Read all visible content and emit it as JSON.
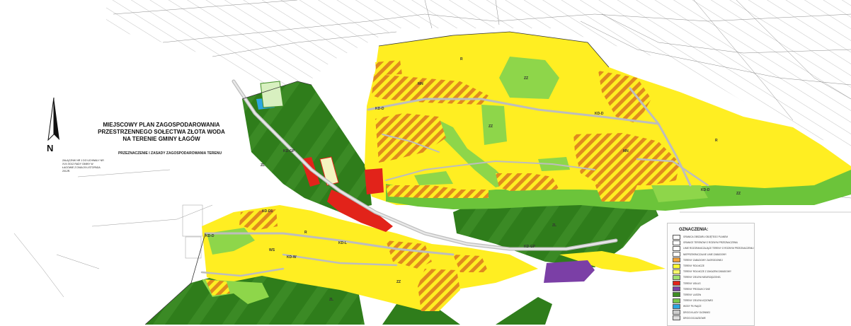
{
  "title": {
    "line1": "MIEJSCOWY PLAN ZAGOSPODAROWANIA",
    "line2": "PRZESTRZENNEGO SOŁECTWA ZŁOTA WODA",
    "line3": "NA TERENIE GMINY ŁAGÓW"
  },
  "subtitle": "PRZEZNACZENIE I ZASADY ZAGOSPODAROWANIA TERENU",
  "resolution_text": "ZAŁĄCZNIK NR 1 DO UCHWAŁY NR XVI/ /2012 RADY GMINY W ŁAGOWIE Z DNIA 29 LISTOPADA 2012R.",
  "north_label": "N",
  "zone_labels": {
    "zl": "ZL",
    "zz": "ZZ",
    "r": "R",
    "mn": "MN",
    "ws": "WS",
    "kdgp": "KD-GP",
    "kdd": "KD-D",
    "kdl": "KD-L",
    "kdd1": "KD-D1",
    "kdw": "KD-W"
  },
  "legend": {
    "title": "OZNACZENIA:",
    "items": [
      {
        "label": "GRANICA OBSZARU OBJĘTEGO PLANEM",
        "color": "#ffffff"
      },
      {
        "label": "GRANICE TERENÓW O RÓŻNYM PRZEZNACZENIU",
        "color": "#ffffff"
      },
      {
        "label": "LINIE ROZGRANICZAJĄCE TERENY O RÓŻNYM PRZEZNACZENIU",
        "color": "#ffffff"
      },
      {
        "label": "NIEPRZEKRACZALNE LINIE ZABUDOWY",
        "color": "#ffffff"
      },
      {
        "label": "TERENY ZABUDOWY ZAGRODOWEJ",
        "color": "#f2a33a"
      },
      {
        "label": "TERENY ROLNICZE",
        "color": "#ffff33"
      },
      {
        "label": "TERENY ROLNICZE Z ZAKAZEM ZABUDOWY",
        "color": "#f6f66a"
      },
      {
        "label": "TERENY ZIELENI NIEURZĄDZONEJ",
        "color": "#9fe070"
      },
      {
        "label": "TERENY USŁUG",
        "color": "#e2231a"
      },
      {
        "label": "TERENY PRODUKCYJNE",
        "color": "#7b3fa6"
      },
      {
        "label": "TERENY LASÓW",
        "color": "#3d8c22"
      },
      {
        "label": "TERENY ZIELENI ŁĘGOWEJ",
        "color": "#79c94a"
      },
      {
        "label": "WODY PŁYNĄCE",
        "color": "#2ca6e0"
      },
      {
        "label": "DROGI KLASY GŁÓWNEJ",
        "color": "#cccccc"
      },
      {
        "label": "DROGI DOJAZDOWE",
        "color": "#dddddd"
      }
    ]
  },
  "colors": {
    "forest": "#2f7d1b",
    "forest_light": "#3e8f28",
    "agri": "#ffee22",
    "meadow": "#8ed64a",
    "farm_hatch": "#e08a1e",
    "service": "#e2231a",
    "production": "#7b3fa6",
    "road": "#c8c8c8"
  }
}
